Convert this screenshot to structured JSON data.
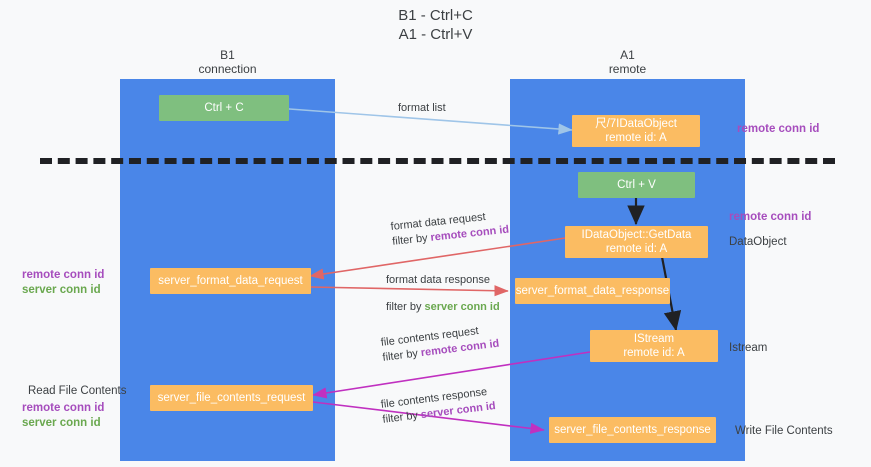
{
  "title": {
    "line1": "B1 - Ctrl+C",
    "line2": "A1 - Ctrl+V"
  },
  "columns": [
    {
      "name": "B1",
      "sub": "connection"
    },
    {
      "name": "A1",
      "sub": "remote"
    }
  ],
  "nodes": {
    "ctrl_c": {
      "line1": "Ctrl + C",
      "line2": ""
    },
    "idataobject": {
      "line1": "尺/7IDataObject",
      "line2": "remote id: A"
    },
    "ctrl_v": {
      "line1": "Ctrl + V",
      "line2": ""
    },
    "getdata": {
      "line1": "IDataObject::GetData",
      "line2": "remote id: A"
    },
    "fmt_req": {
      "line1": "server_format_data_request",
      "line2": ""
    },
    "fmt_resp": {
      "line1": "server_format_data_response",
      "line2": ""
    },
    "istream": {
      "line1": "IStream",
      "line2": "remote id: A"
    },
    "file_req": {
      "line1": "server_file_contents_request",
      "line2": ""
    },
    "file_resp": {
      "line1": "server_file_contents_response",
      "line2": ""
    }
  },
  "edges": {
    "format_list": {
      "text": "format list"
    },
    "fmt_data_request": {
      "l1": "format data request",
      "l2_pre": "filter by ",
      "l2_key": "remote conn id"
    },
    "fmt_data_response": {
      "l1": "format data response",
      "l2_pre": "filter by ",
      "l2_key": "server conn id"
    },
    "file_contents_request": {
      "l1": "file contents request",
      "l2_pre": "filter by ",
      "l2_key": "remote conn id"
    },
    "file_contents_response": {
      "l1": "file contents response",
      "l2_pre": "filter by ",
      "l2_key": "server conn id"
    }
  },
  "annotations": {
    "right_remote_conn_top": "remote conn id",
    "right_remote_conn_mid": "remote conn id",
    "right_dataobject": "DataObject",
    "right_istream": "Istream",
    "right_write_file": "Write File Contents",
    "left_remote_conn_mid": "remote conn id",
    "left_server_conn_mid": "server conn id",
    "left_read_file": "Read File Contents",
    "left_remote_conn_bot": "remote conn id",
    "left_server_conn_bot": "server conn id"
  },
  "colors": {
    "lane": "#4a86e8",
    "green_node": "#7fbf7f",
    "orange_node": "#fbbc62",
    "purple_text": "#a64dbd",
    "green_text": "#6aa84f",
    "arrow_light_blue": "#9fc5e8",
    "arrow_red": "#e06666",
    "arrow_magenta": "#c030c0",
    "arrow_black": "#202124",
    "background": "#f8f9fa"
  }
}
